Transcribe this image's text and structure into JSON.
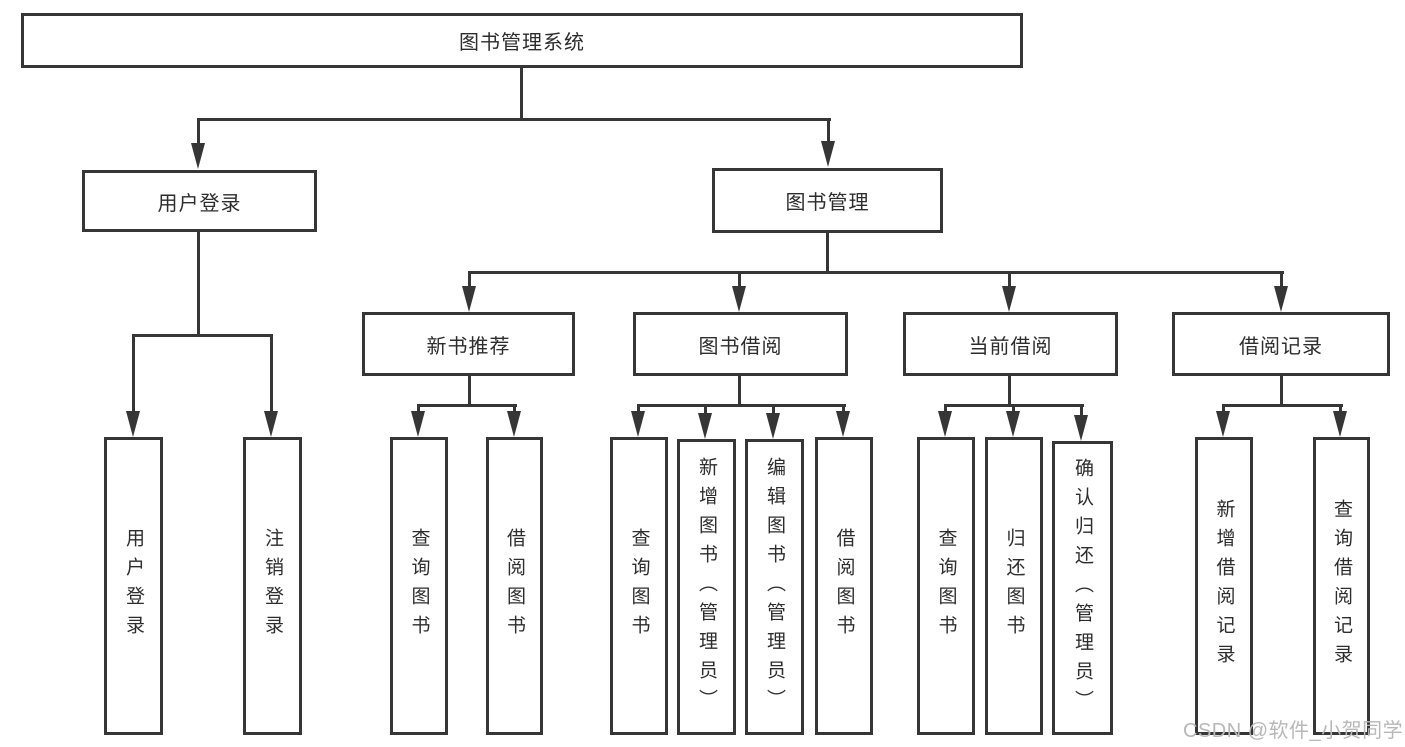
{
  "title": "图书管理系统",
  "nodes": {
    "root": "图书管理系统",
    "user_login": "用户登录",
    "book_mgmt": "图书管理",
    "new_book_rec": "新书推荐",
    "book_borrow": "图书借阅",
    "current_borrow": "当前借阅",
    "borrow_records": "借阅记录",
    "leaf_user_login": "用户登录",
    "leaf_logout": "注销登录",
    "leaf_nbr_query_books": "查询图书",
    "leaf_nbr_borrow_books": "借阅图书",
    "leaf_bb_query_books": "查询图书",
    "leaf_bb_add_books": "新增图书（管理员）",
    "leaf_bb_edit_books": "编辑图书（管理员）",
    "leaf_bb_borrow_books": "借阅图书",
    "leaf_cb_query_books": "查询图书",
    "leaf_cb_return_books": "归还图书",
    "leaf_cb_confirm_return": "确认归还（管理员）",
    "leaf_br_add_record": "新增借阅记录",
    "leaf_br_query_record": "查询借阅记录"
  },
  "watermark": "CSDN @软件_小贺同学",
  "colors": {
    "line": "#363636",
    "text": "#2d2d2d",
    "watermark": "#b8b8b8",
    "background": "#ffffff"
  }
}
